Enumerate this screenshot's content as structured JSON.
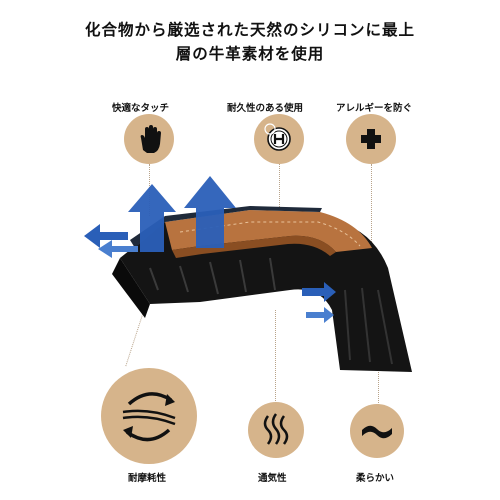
{
  "headline": {
    "line1": "化合物から厳选された天然のシリコンに最上",
    "line2": "層の牛革素材を使用"
  },
  "features": {
    "comfortable_touch": "快適なタッチ",
    "durability": "耐久性のある使用",
    "allergy_prevention": "アレルギーを防ぐ",
    "wear_resistance": "耐摩耗性",
    "breathability": "通気性",
    "softness": "柔らかい"
  },
  "colors": {
    "circle_fill": "#d6b48b",
    "arrow_blue": "#2a5fb8",
    "leather": "#b8733f",
    "silicone": "#141414"
  },
  "icons": {
    "comfortable_touch": "hand-icon",
    "durability": "h-badge-icon",
    "allergy_prevention": "plus-cross-icon",
    "wear_resistance": "circular-arrows-icon",
    "breathability": "wavy-lines-icon",
    "softness": "wave-line-icon"
  }
}
